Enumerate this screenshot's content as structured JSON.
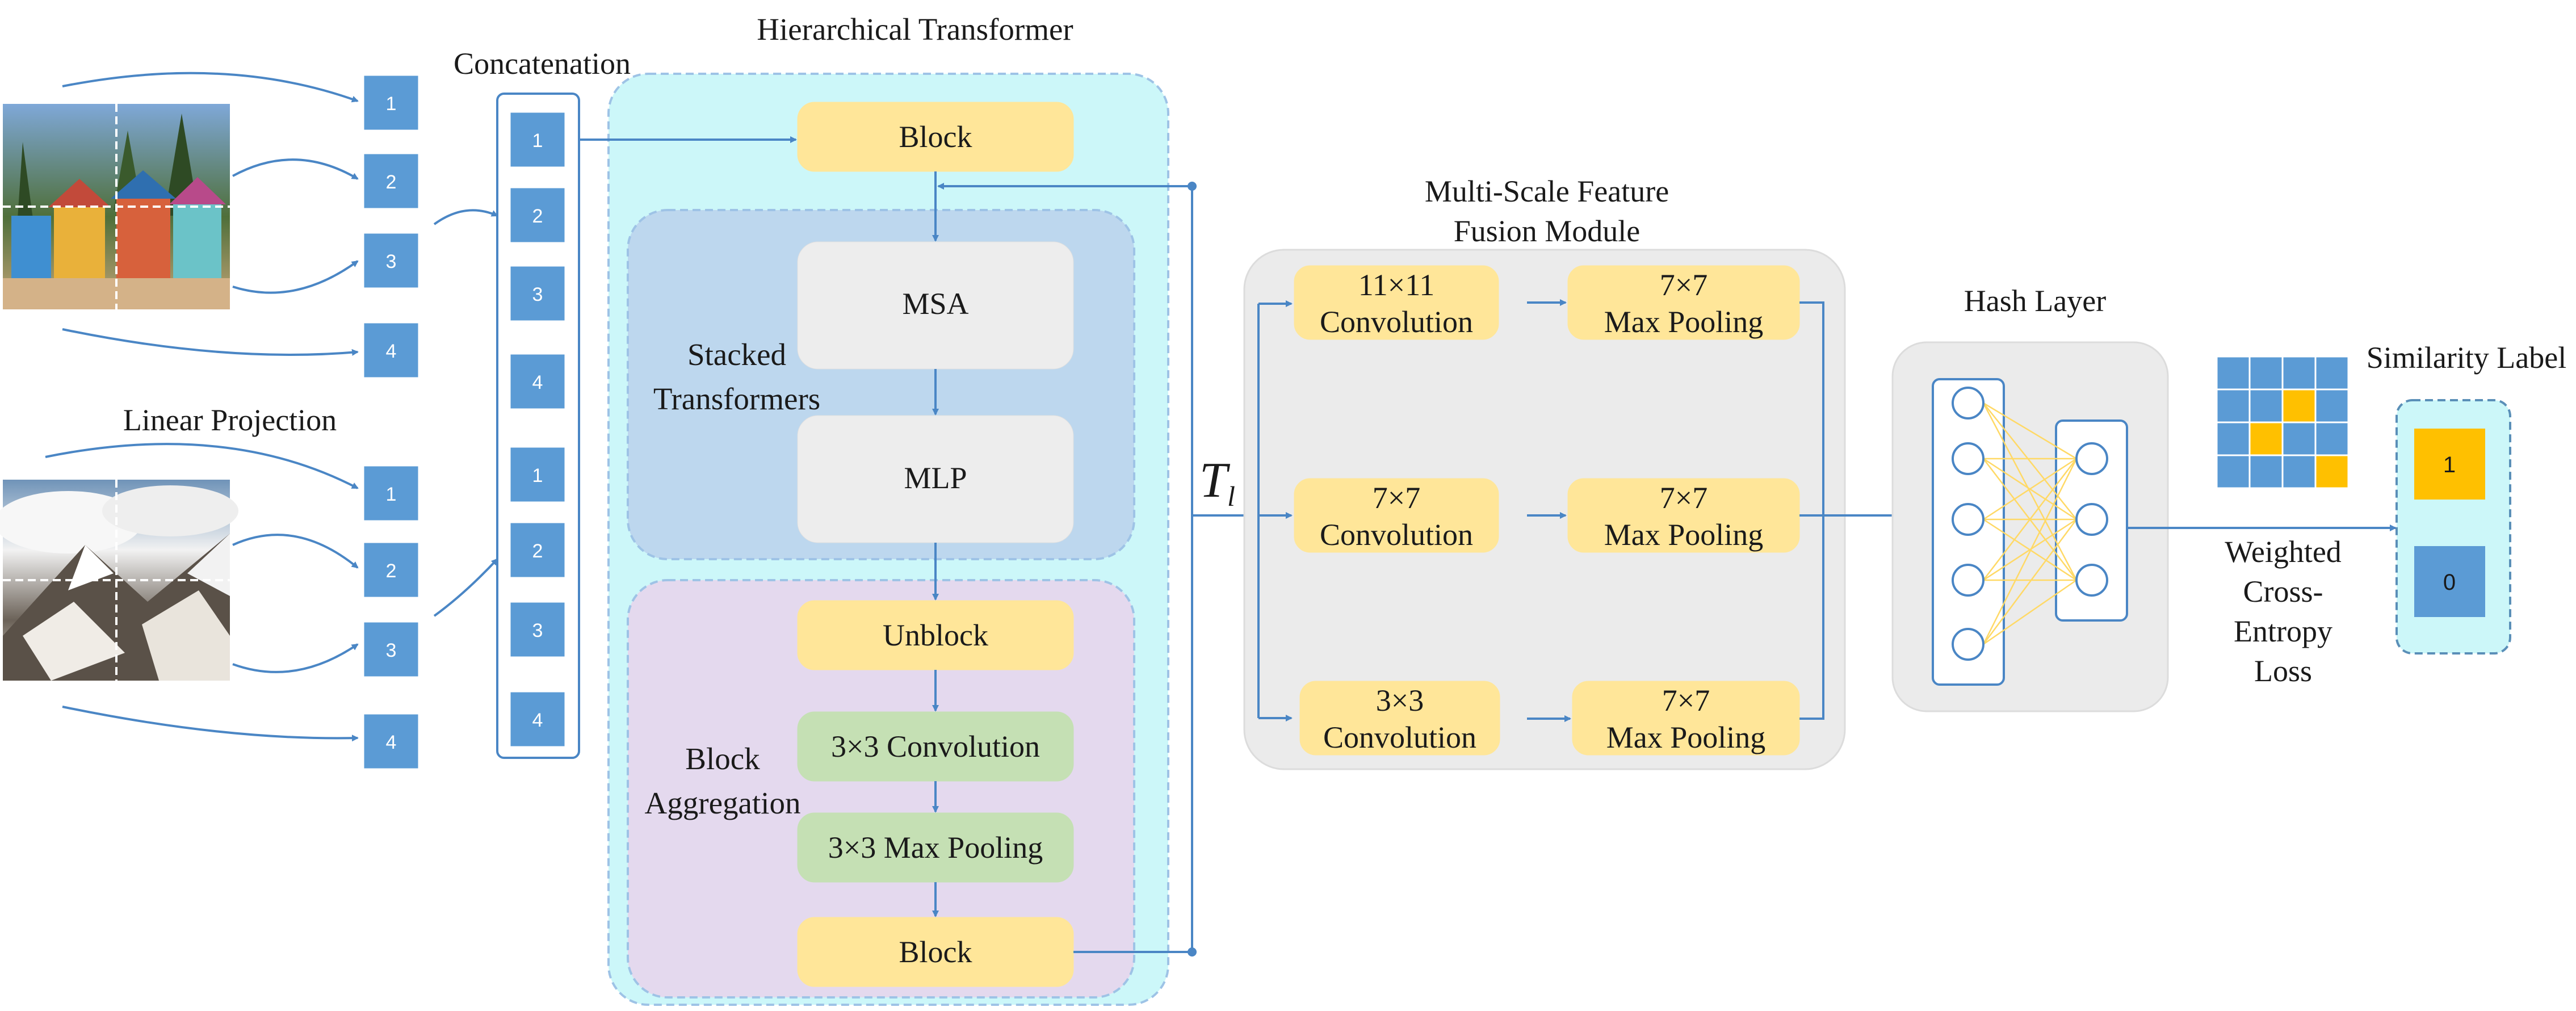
{
  "patch_numbers": [
    "1",
    "2",
    "3",
    "4"
  ],
  "sections": {
    "hierarchical_transformer": "Hierarchical Transformer",
    "concatenation": "Concatenation",
    "linear_projection": "Linear Projection",
    "stacked_transformers_line1": "Stacked",
    "stacked_transformers_line2": "Transformers",
    "block_aggregation_line1": "Block",
    "block_aggregation_line2": "Aggregation",
    "msff_line1": "Multi-Scale Feature",
    "msff_line2": "Fusion Module",
    "hash_layer": "Hash Layer",
    "similarity_label": "Similarity Label",
    "loss_line1": "Weighted",
    "loss_line2": "Cross-",
    "loss_line3": "Entropy",
    "loss_line4": "Loss",
    "t_symbol": "T",
    "t_subscript": "l"
  },
  "transformer_boxes": {
    "block_top": "Block",
    "msa": "MSA",
    "mlp": "MLP",
    "unblock": "Unblock",
    "conv3": "3×3 Convolution",
    "maxpool3": "3×3 Max Pooling",
    "block_bottom": "Block"
  },
  "msff": {
    "row1_conv_line1": "11×11",
    "row1_conv_line2": "Convolution",
    "row1_pool_line1": "7×7",
    "row1_pool_line2": "Max Pooling",
    "row2_conv_line1": "7×7",
    "row2_conv_line2": "Convolution",
    "row2_pool_line1": "7×7",
    "row2_pool_line2": "Max Pooling",
    "row3_conv_line1": "3×3",
    "row3_conv_line2": "Convolution",
    "row3_pool_line1": "7×7",
    "row3_pool_line2": "Max Pooling"
  },
  "labels": {
    "positive": "1",
    "negative": "0"
  },
  "colors": {
    "patch_blue": "#5b9bd5",
    "arrow_blue": "#4a86c5",
    "block_yellow": "#ffe699",
    "conv_green": "#c5e0b4",
    "cyan_panel": "#ccf7f9",
    "stacked_panel": "#bdd7ee",
    "aggregation_panel": "#e4d9ee",
    "grey_panel": "#ebebeb",
    "label_orange": "#ffc000"
  },
  "similarity_grid": [
    [
      0,
      0,
      0,
      0
    ],
    [
      0,
      0,
      1,
      0
    ],
    [
      0,
      1,
      0,
      0
    ],
    [
      0,
      0,
      0,
      1
    ]
  ]
}
